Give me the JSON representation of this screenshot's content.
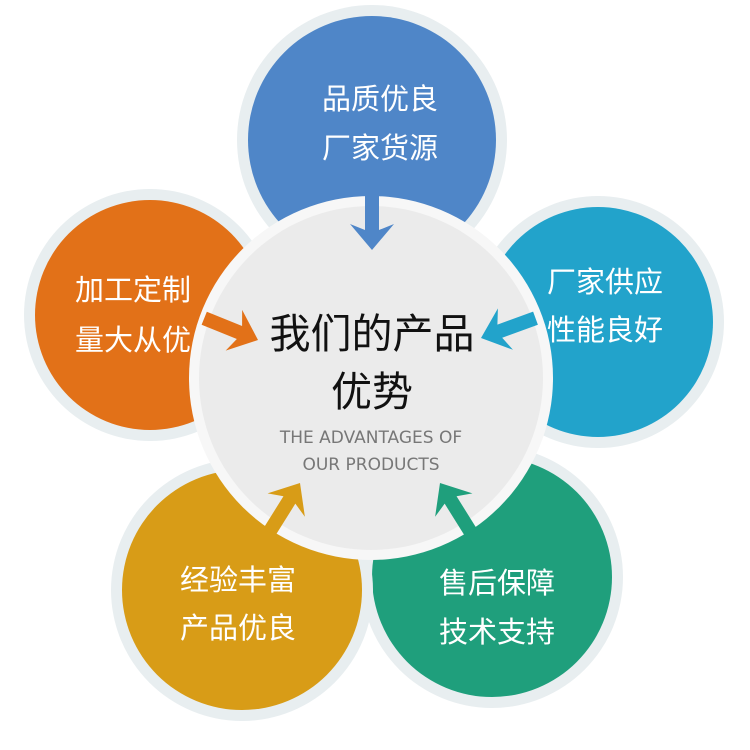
{
  "center": {
    "title_line1": "我们的产品",
    "title_line2": "优势",
    "subtitle_line1": "THE ADVANTAGES OF",
    "subtitle_line2": "OUR PRODUCTS",
    "color": "#ebebeb"
  },
  "petals": [
    {
      "id": "quality",
      "line1": "品质优良",
      "line2": "厂家货源",
      "color": "#4f86c8"
    },
    {
      "id": "supply",
      "line1": "厂家供应",
      "line2": "性能良好",
      "color": "#22a3cb"
    },
    {
      "id": "service",
      "line1": "售后保障",
      "line2": "技术支持",
      "color": "#1f9f7c"
    },
    {
      "id": "experience",
      "line1": "经验丰富",
      "line2": "产品优良",
      "color": "#d89c17"
    },
    {
      "id": "custom",
      "line1": "加工定制",
      "line2": "量大从优",
      "color": "#e27118"
    }
  ]
}
